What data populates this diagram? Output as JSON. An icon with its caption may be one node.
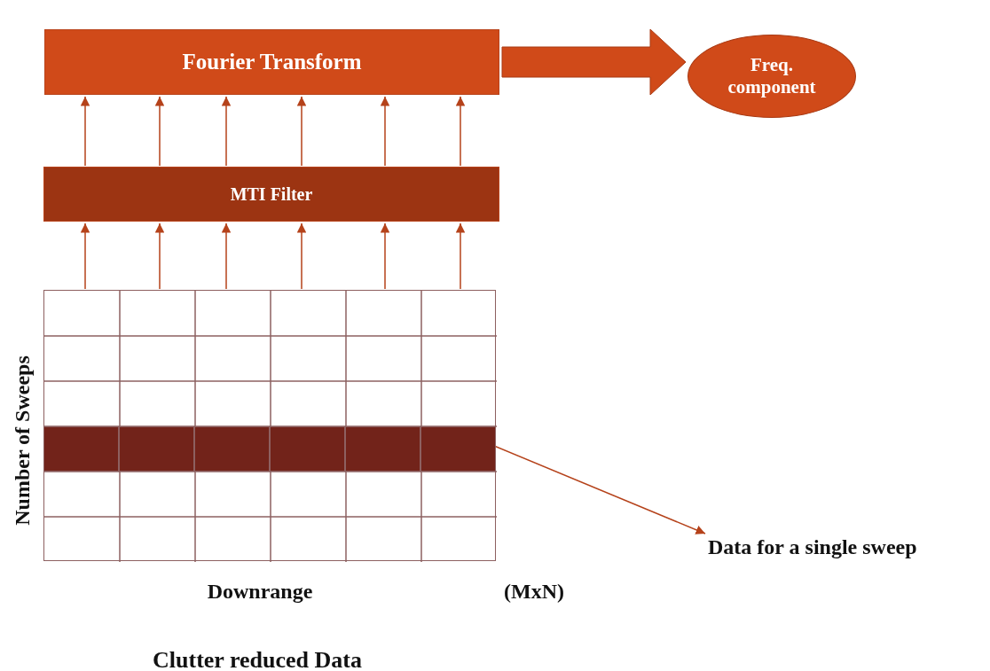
{
  "diagram": {
    "nodes": [
      {
        "text": [
          "Fourier Transform"
        ]
      },
      {
        "text": [
          "Freq. component"
        ]
      },
      {
        "text": [
          "MTI Filter"
        ]
      },
      {
        "text": [],
        "shape": "box"
      },
      {
        "text": [],
        "shape": "bar",
        "in": 3
      },
      {
        "text": [
          "Data for a single sweep"
        ]
      }
    ],
    "edges": [
      {
        "from": 3,
        "to": 2,
        "arrow": "to"
      },
      {
        "from": 3,
        "to": 2,
        "arrow": "to"
      },
      {
        "from": 3,
        "to": 2,
        "arrow": "to"
      },
      {
        "from": 3,
        "to": 2,
        "arrow": "to"
      },
      {
        "from": 3,
        "to": 2,
        "arrow": "to"
      },
      {
        "from": 3,
        "to": 2,
        "arrow": "to"
      },
      {
        "from": 2,
        "to": 0,
        "arrow": "to"
      },
      {
        "from": 2,
        "to": 0,
        "arrow": "to"
      },
      {
        "from": 2,
        "to": 0,
        "arrow": "to"
      },
      {
        "from": 2,
        "to": 0,
        "arrow": "to"
      },
      {
        "from": 2,
        "to": 0,
        "arrow": "to"
      },
      {
        "from": 2,
        "to": 0,
        "arrow": "to"
      },
      {
        "from": 0,
        "to": 1,
        "arrow": "to",
        "style": "thick"
      },
      {
        "from": 4,
        "to": 5,
        "arrow": "to"
      }
    ],
    "labels": [
      "Number of Sweeps",
      "Downrange",
      "(MxN)",
      "Clutter reduced Data"
    ]
  }
}
